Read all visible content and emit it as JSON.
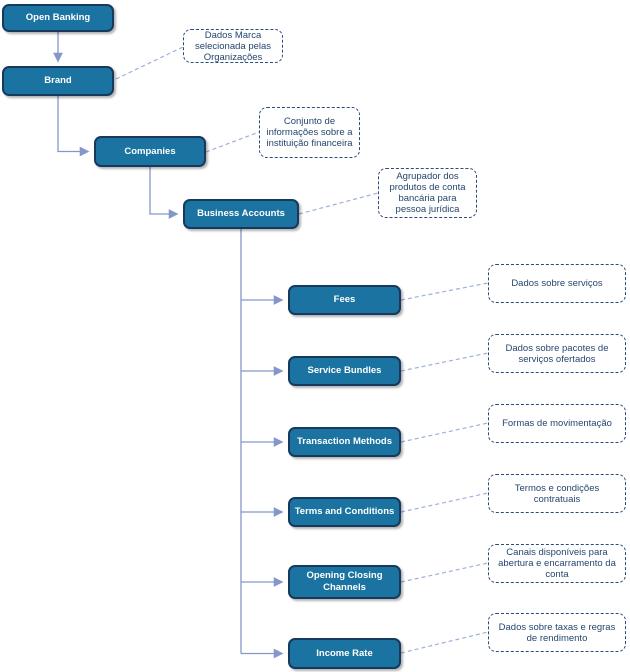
{
  "diagram": {
    "type": "hierarchy-tree",
    "root_label": "Open Banking"
  },
  "colors": {
    "node_fill": "#1a73a0",
    "node_border": "#16395c",
    "node_text": "#ffffff",
    "tree_edge": "#8497c9",
    "note_border": "#2a4a7c",
    "note_text": "#24466e",
    "note_link": "#9dafdb"
  },
  "nodes": [
    {
      "id": "open-banking",
      "label": "Open Banking"
    },
    {
      "id": "brand",
      "label": "Brand"
    },
    {
      "id": "companies",
      "label": "Companies"
    },
    {
      "id": "business-accounts",
      "label": "Business Accounts"
    },
    {
      "id": "fees",
      "label": "Fees"
    },
    {
      "id": "service-bundles",
      "label": "Service Bundles"
    },
    {
      "id": "transaction-methods",
      "label": "Transaction Methods"
    },
    {
      "id": "terms-and-conditions",
      "label": "Terms and Conditions"
    },
    {
      "id": "opening-closing-channels",
      "label": "Opening Closing Channels"
    },
    {
      "id": "income-rate",
      "label": "Income Rate"
    }
  ],
  "annotations": [
    {
      "for": "brand",
      "text": "Dados Marca selecionada pelas Organizações"
    },
    {
      "for": "companies",
      "text": "Conjunto de informações sobre a instituição financeira"
    },
    {
      "for": "business-accounts",
      "text": "Agrupador dos produtos de conta bancária para pessoa jurídica"
    },
    {
      "for": "fees",
      "text": "Dados sobre serviços"
    },
    {
      "for": "service-bundles",
      "text": "Dados sobre pacotes de serviços ofertados"
    },
    {
      "for": "transaction-methods",
      "text": "Formas de movimentação"
    },
    {
      "for": "terms-and-conditions",
      "text": "Termos e condições contratuais"
    },
    {
      "for": "opening-closing-channels",
      "text": "Canais disponíveis para abertura e encarramento da conta"
    },
    {
      "for": "income-rate",
      "text": "Dados sobre taxas e regras de rendimento"
    }
  ]
}
